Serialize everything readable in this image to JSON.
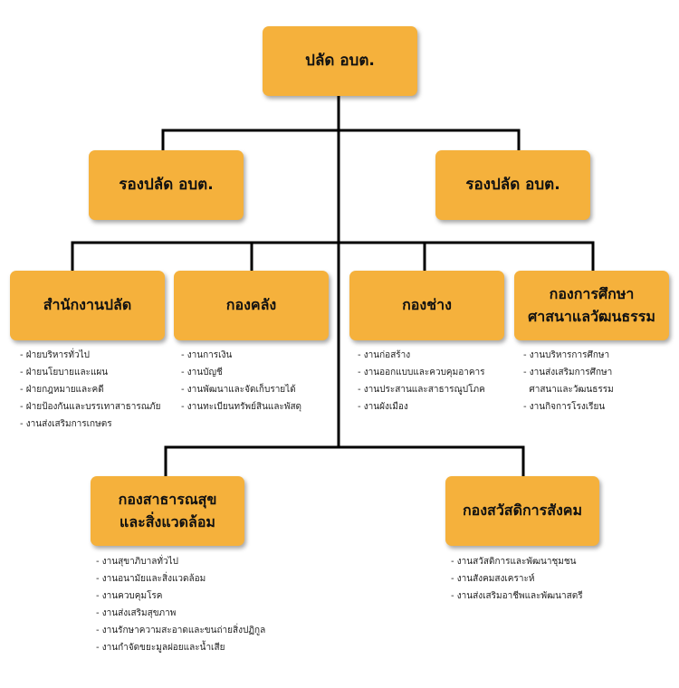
{
  "nodes": {
    "top": "ปลัด อบต.",
    "deputy_left": "รองปลัด อบต.",
    "deputy_right": "รองปลัด อบต.",
    "office": "สำนักงานปลัด",
    "finance": "กองคลัง",
    "engineering": "กองช่าง",
    "education_line1": "กองการศึกษา",
    "education_line2": "ศาสนาแลวัฒนธรรม",
    "health_line1": "กองสาธารณสุข",
    "health_line2": "และสิ่งแวดล้อม",
    "welfare": "กองสวัสดิการสังคม"
  },
  "lists": {
    "office": [
      "ฝ่ายบริหารทั่วไป",
      "ฝ่ายนโยบายและแผน",
      "ฝ่ายกฎหมายและคดี",
      "ฝ่ายป้องกันและบรรเทาสาธารณภัย",
      "งานส่งเสริมการเกษตร"
    ],
    "finance": [
      "งานการเงิน",
      "งานบัญชี",
      "งานพัฒนาและจัดเก็บรายได้",
      "งานทะเบียนทรัพย์สินและพัสดุ"
    ],
    "engineering": [
      "งานก่อสร้าง",
      "งานออกแบบและควบคุมอาคาร",
      "งานประสานและสาธารณูปโภค",
      "งานผังเมือง"
    ],
    "education": [
      "งานบริหารการศึกษา",
      "งานส่งเสริมการศึกษา",
      "ศาสนาและวัฒนธรรม",
      "งานกิจการโรงเรียน"
    ],
    "health": [
      "งานสุขาภิบาลทั่วไป",
      "งานอนามัยและสิ่งแวดล้อม",
      "งานควบคุมโรค",
      "งานส่งเสริมสุขภาพ",
      "งานรักษาความสะอาดและขนถ่ายสิ่งปฏิกูล",
      "งานกำจัดขยะมูลฝอยและน้ำเสีย"
    ],
    "welfare": [
      "งานสวัสดิการและพัฒนาชุมชน",
      "งานสังคมสงเคราะห์",
      "งานส่งเสริมอาชีพและพัฒนาสตรี"
    ]
  },
  "colors": {
    "box_fill": "#F5B13C",
    "connector": "#000000"
  }
}
